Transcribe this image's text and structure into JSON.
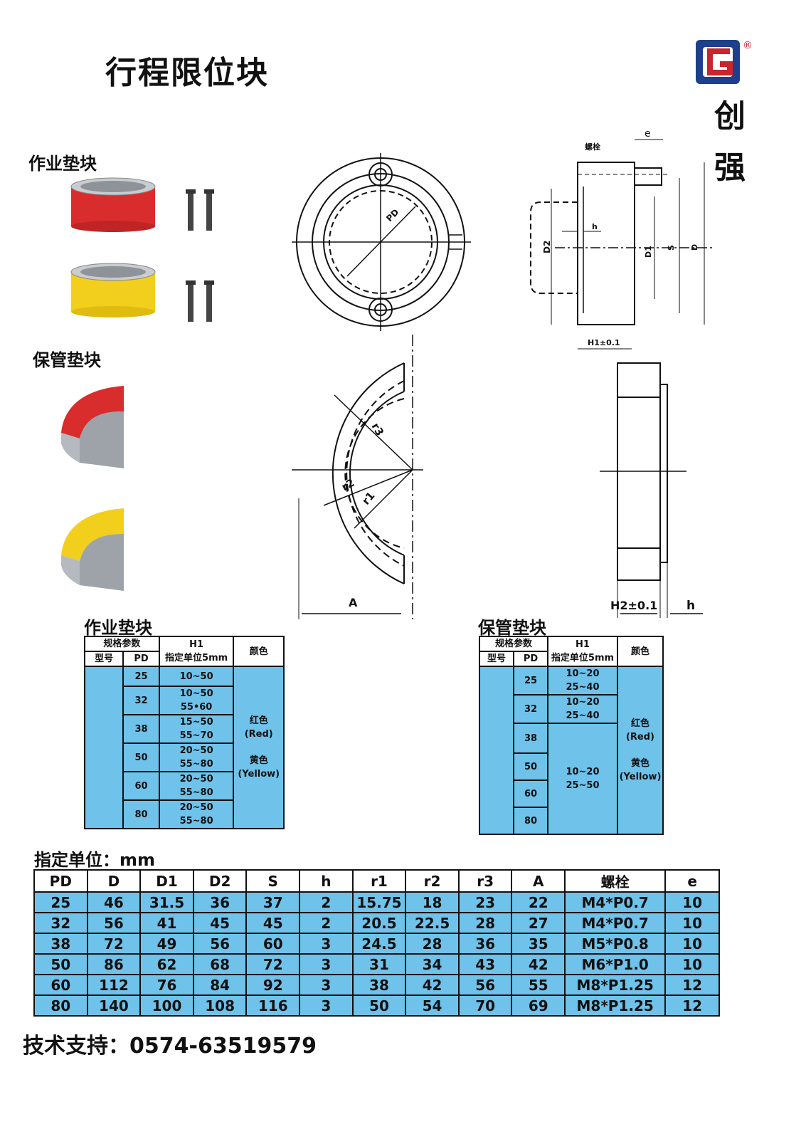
{
  "title": "行程限位块",
  "brand": {
    "line1": "创",
    "line2": "强",
    "registered": "®"
  },
  "section_work": "作业垫块",
  "section_guard": "保管垫块",
  "diagram": {
    "pd": "PD",
    "bolt": "螺栓",
    "e": "e",
    "h": "h",
    "d2": "D2",
    "d1": "D1",
    "s": "S",
    "d": "D",
    "h1": "H1±0.1",
    "r1": "r1",
    "r2": "r2",
    "r3": "r3",
    "a": "A",
    "h2": "H2±0.1",
    "h_right": "h"
  },
  "table_work": {
    "title": "作业垫块",
    "spec_params": "规格参数",
    "col_model": "型号",
    "col_pd": "PD",
    "col_h1": "H1",
    "col_h1_sub": "指定单位5mm",
    "col_color": "颜色",
    "rows": [
      {
        "pd": "25",
        "h1a": "10~50",
        "h1b": ""
      },
      {
        "pd": "32",
        "h1a": "10~50",
        "h1b": "55•60"
      },
      {
        "pd": "38",
        "h1a": "15~50",
        "h1b": "55~70"
      },
      {
        "pd": "50",
        "h1a": "20~50",
        "h1b": "55~80"
      },
      {
        "pd": "60",
        "h1a": "20~50",
        "h1b": "55~80"
      },
      {
        "pd": "80",
        "h1a": "20~50",
        "h1b": "55~80"
      }
    ],
    "color_red": "红色",
    "color_red_en": "(Red)",
    "color_yellow": "黄色",
    "color_yellow_en": "(Yellow)"
  },
  "table_guard": {
    "title": "保管垫块",
    "spec_params": "规格参数",
    "col_model": "型号",
    "col_pd": "PD",
    "col_h1": "H1",
    "col_h1_sub": "指定单位5mm",
    "col_color": "颜色",
    "rows": [
      {
        "pd": "25",
        "h1a": "10~20",
        "h1b": "25~40"
      },
      {
        "pd": "32",
        "h1a": "10~20",
        "h1b": "25~40"
      },
      {
        "pd": "38"
      },
      {
        "pd": "50"
      },
      {
        "pd": "60"
      },
      {
        "pd": "80"
      }
    ],
    "merged_h1a": "10~20",
    "merged_h1b": "25~50",
    "color_red": "红色",
    "color_red_en": "(Red)",
    "color_yellow": "黄色",
    "color_yellow_en": "(Yellow)"
  },
  "unit_label": "指定单位：mm",
  "dims": {
    "headers": [
      "PD",
      "D",
      "D1",
      "D2",
      "S",
      "h",
      "r1",
      "r2",
      "r3",
      "A",
      "螺栓",
      "e"
    ],
    "rows": [
      [
        "25",
        "46",
        "31.5",
        "36",
        "37",
        "2",
        "15.75",
        "18",
        "23",
        "22",
        "M4*P0.7",
        "10"
      ],
      [
        "32",
        "56",
        "41",
        "45",
        "45",
        "2",
        "20.5",
        "22.5",
        "28",
        "27",
        "M4*P0.7",
        "10"
      ],
      [
        "38",
        "72",
        "49",
        "56",
        "60",
        "3",
        "24.5",
        "28",
        "36",
        "35",
        "M5*P0.8",
        "10"
      ],
      [
        "50",
        "86",
        "62",
        "68",
        "72",
        "3",
        "31",
        "34",
        "43",
        "42",
        "M6*P1.0",
        "10"
      ],
      [
        "60",
        "112",
        "76",
        "84",
        "92",
        "3",
        "38",
        "42",
        "56",
        "55",
        "M8*P1.25",
        "12"
      ],
      [
        "80",
        "140",
        "100",
        "108",
        "116",
        "3",
        "50",
        "54",
        "70",
        "69",
        "M8*P1.25",
        "12"
      ]
    ]
  },
  "footer": "技术支持：0574-63519579",
  "colors": {
    "red": "#d92d2d",
    "yellow": "#f2cf1c",
    "blue_cell": "#6fc2ea",
    "logo_red": "#c8262b",
    "logo_blue": "#1e3f8c"
  }
}
